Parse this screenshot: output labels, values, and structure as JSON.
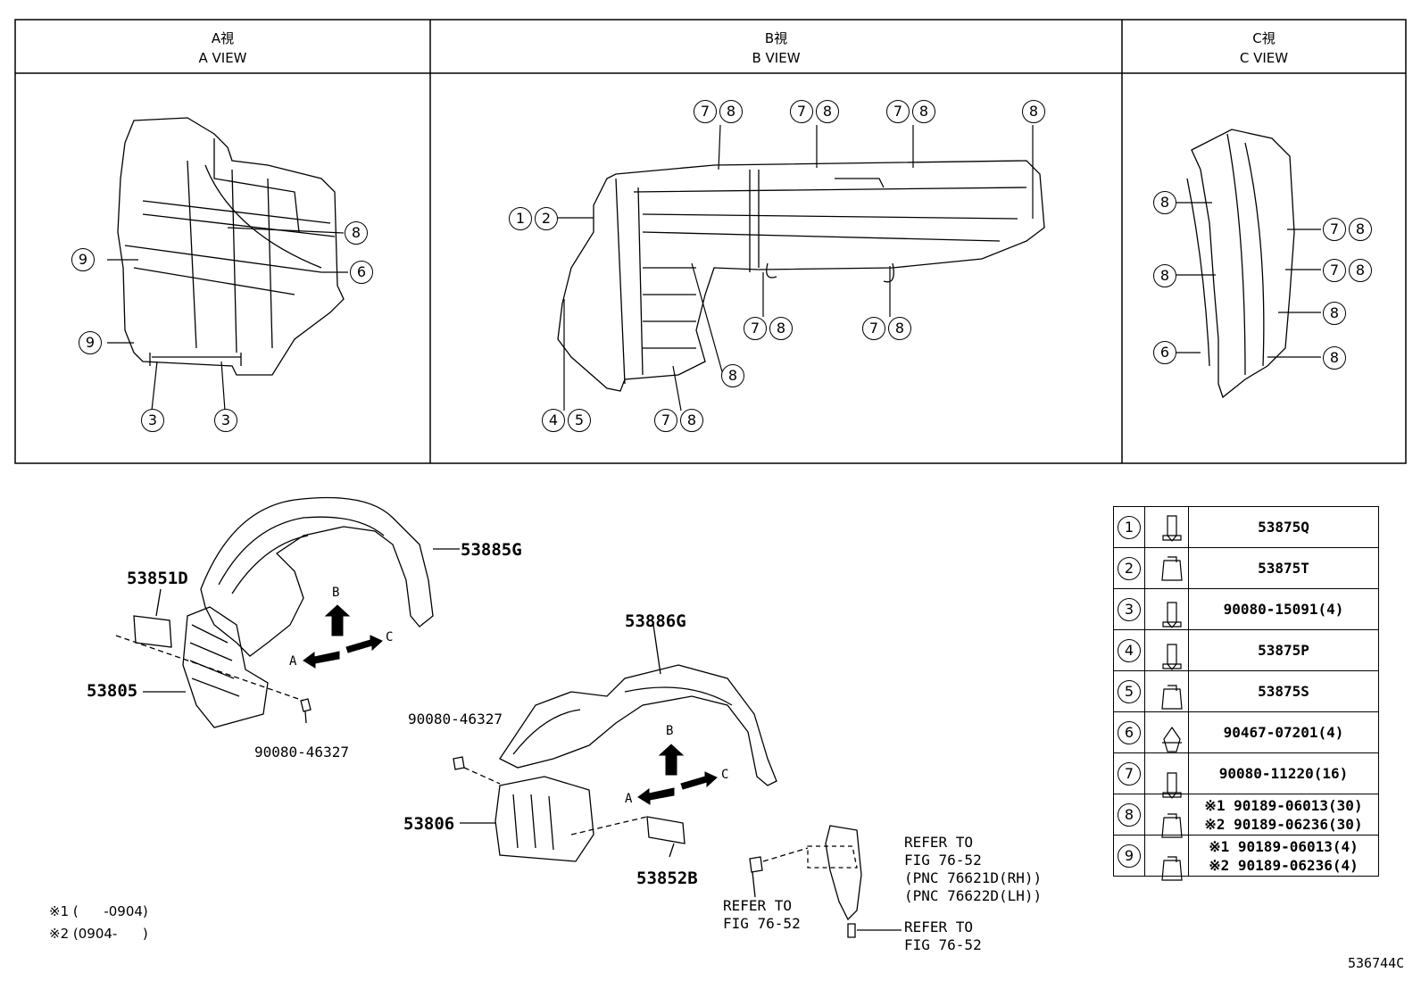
{
  "views": {
    "a": {
      "title_jp": "A視",
      "title_en": "A VIEW"
    },
    "b": {
      "title_jp": "B視",
      "title_en": "B VIEW"
    },
    "c": {
      "title_jp": "C視",
      "title_en": "C VIEW"
    }
  },
  "callout_numbers": [
    "1",
    "2",
    "3",
    "4",
    "5",
    "6",
    "7",
    "8",
    "9"
  ],
  "parts_table": [
    {
      "num": "1",
      "icon": "screw-icon",
      "part": "53875Q"
    },
    {
      "num": "2",
      "icon": "clip-icon",
      "part": "53875T"
    },
    {
      "num": "3",
      "icon": "screw-icon",
      "part": "90080-15091(4)"
    },
    {
      "num": "4",
      "icon": "screw-icon",
      "part": "53875P"
    },
    {
      "num": "5",
      "icon": "clip-icon",
      "part": "53875S"
    },
    {
      "num": "6",
      "icon": "push-clip-icon",
      "part": "90467-07201(4)"
    },
    {
      "num": "7",
      "icon": "screw-icon",
      "part": "90080-11220(16)"
    },
    {
      "num": "8",
      "icon": "clip-icon",
      "part_line1": "※1 90189-06013(30)",
      "part_line2": "※2 90189-06236(30)"
    },
    {
      "num": "9",
      "icon": "clip-icon",
      "part_line1": "※1 90189-06013(4)",
      "part_line2": "※2 90189-06236(4)"
    }
  ],
  "parts": {
    "p53885G": "53885G",
    "p53851D": "53851D",
    "p53805": "53805",
    "p90080_a": "90080-46327",
    "p90080_b": "90080-46327",
    "p53886G": "53886G",
    "p53806": "53806",
    "p53852B": "53852B"
  },
  "refer": {
    "r1_line1": "REFER TO",
    "r1_line2": "FIG 76-52",
    "r2_line1": "REFER TO",
    "r2_line2": "FIG 76-52",
    "r2_line3": "(PNC 76621D(RH))",
    "r2_line4": "(PNC 76622D(LH))",
    "r3_line1": "REFER TO",
    "r3_line2": "FIG 76-52"
  },
  "arrows": {
    "a": "A",
    "b": "B",
    "c": "C"
  },
  "notes": {
    "n1": "※1 (      -0904)",
    "n2": "※2 (0904-      )"
  },
  "figure_id": "536744C"
}
